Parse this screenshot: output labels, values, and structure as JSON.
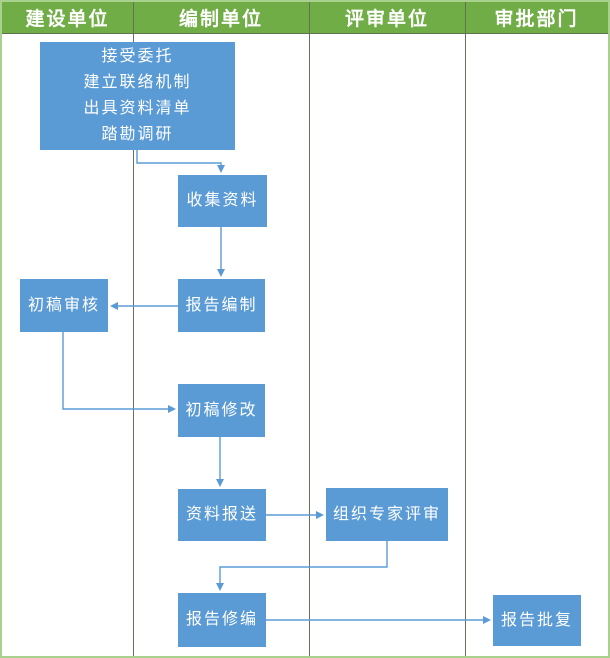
{
  "header": {
    "lanes": [
      {
        "id": "construction-unit",
        "label": "建设单位"
      },
      {
        "id": "compilation-unit",
        "label": "编制单位"
      },
      {
        "id": "review-unit",
        "label": "评审单位"
      },
      {
        "id": "approval-dept",
        "label": "审批部门"
      }
    ]
  },
  "nodes": {
    "intake": {
      "lines": [
        "接受委托",
        "建立联络机制",
        "出具资料清单",
        "踏勘调研"
      ],
      "lanes": [
        "建设单位",
        "编制单位"
      ]
    },
    "collect": {
      "label": "收集资料",
      "lane": "编制单位"
    },
    "draft_review": {
      "label": "初稿审核",
      "lane": "建设单位"
    },
    "compile": {
      "label": "报告编制",
      "lane": "编制单位"
    },
    "draft_revise": {
      "label": "初稿修改",
      "lane": "编制单位"
    },
    "submit": {
      "label": "资料报送",
      "lane": "编制单位"
    },
    "expert_review": {
      "label": "组织专家评审",
      "lane": "评审单位"
    },
    "amend": {
      "label": "报告修编",
      "lane": "编制单位"
    },
    "approve": {
      "label": "报告批复",
      "lane": "审批部门"
    }
  },
  "edges": [
    {
      "from": "intake",
      "to": "collect"
    },
    {
      "from": "collect",
      "to": "compile"
    },
    {
      "from": "compile",
      "to": "draft_review"
    },
    {
      "from": "draft_review",
      "to": "draft_revise"
    },
    {
      "from": "draft_revise",
      "to": "submit"
    },
    {
      "from": "submit",
      "to": "expert_review"
    },
    {
      "from": "expert_review",
      "to": "amend"
    },
    {
      "from": "amend",
      "to": "approve"
    }
  ],
  "colors": {
    "lane_header_green": "#71AD47",
    "node_blue": "#5B9BD5",
    "connector_blue": "#5B9BD5",
    "outer_border_green": "#A9D18E",
    "lane_divider_olive": "#667055",
    "text_white": "#FFFFFF"
  }
}
